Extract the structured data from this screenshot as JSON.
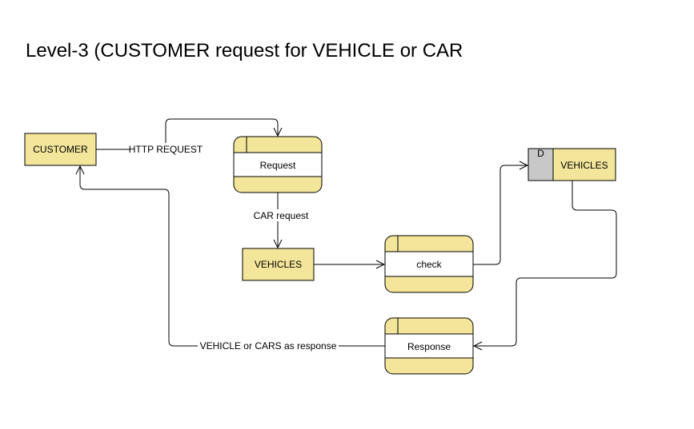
{
  "title": "Level-3 (CUSTOMER request for VEHICLE or CAR",
  "colors": {
    "entity_fill": "#f3e59a",
    "store_tag_fill": "#c8c8c8",
    "line": "#000000"
  },
  "nodes": {
    "customer": "CUSTOMER",
    "request_process": "Request",
    "vehicles_entity": "VEHICLES",
    "check_process": "check",
    "vehicles_store": "VEHICLES",
    "vehicles_store_tag": "D",
    "response_process": "Response"
  },
  "edges": {
    "http_request": "HTTP REQUEST",
    "car_request": "CAR request",
    "response": "VEHICLE or CARS as response"
  }
}
